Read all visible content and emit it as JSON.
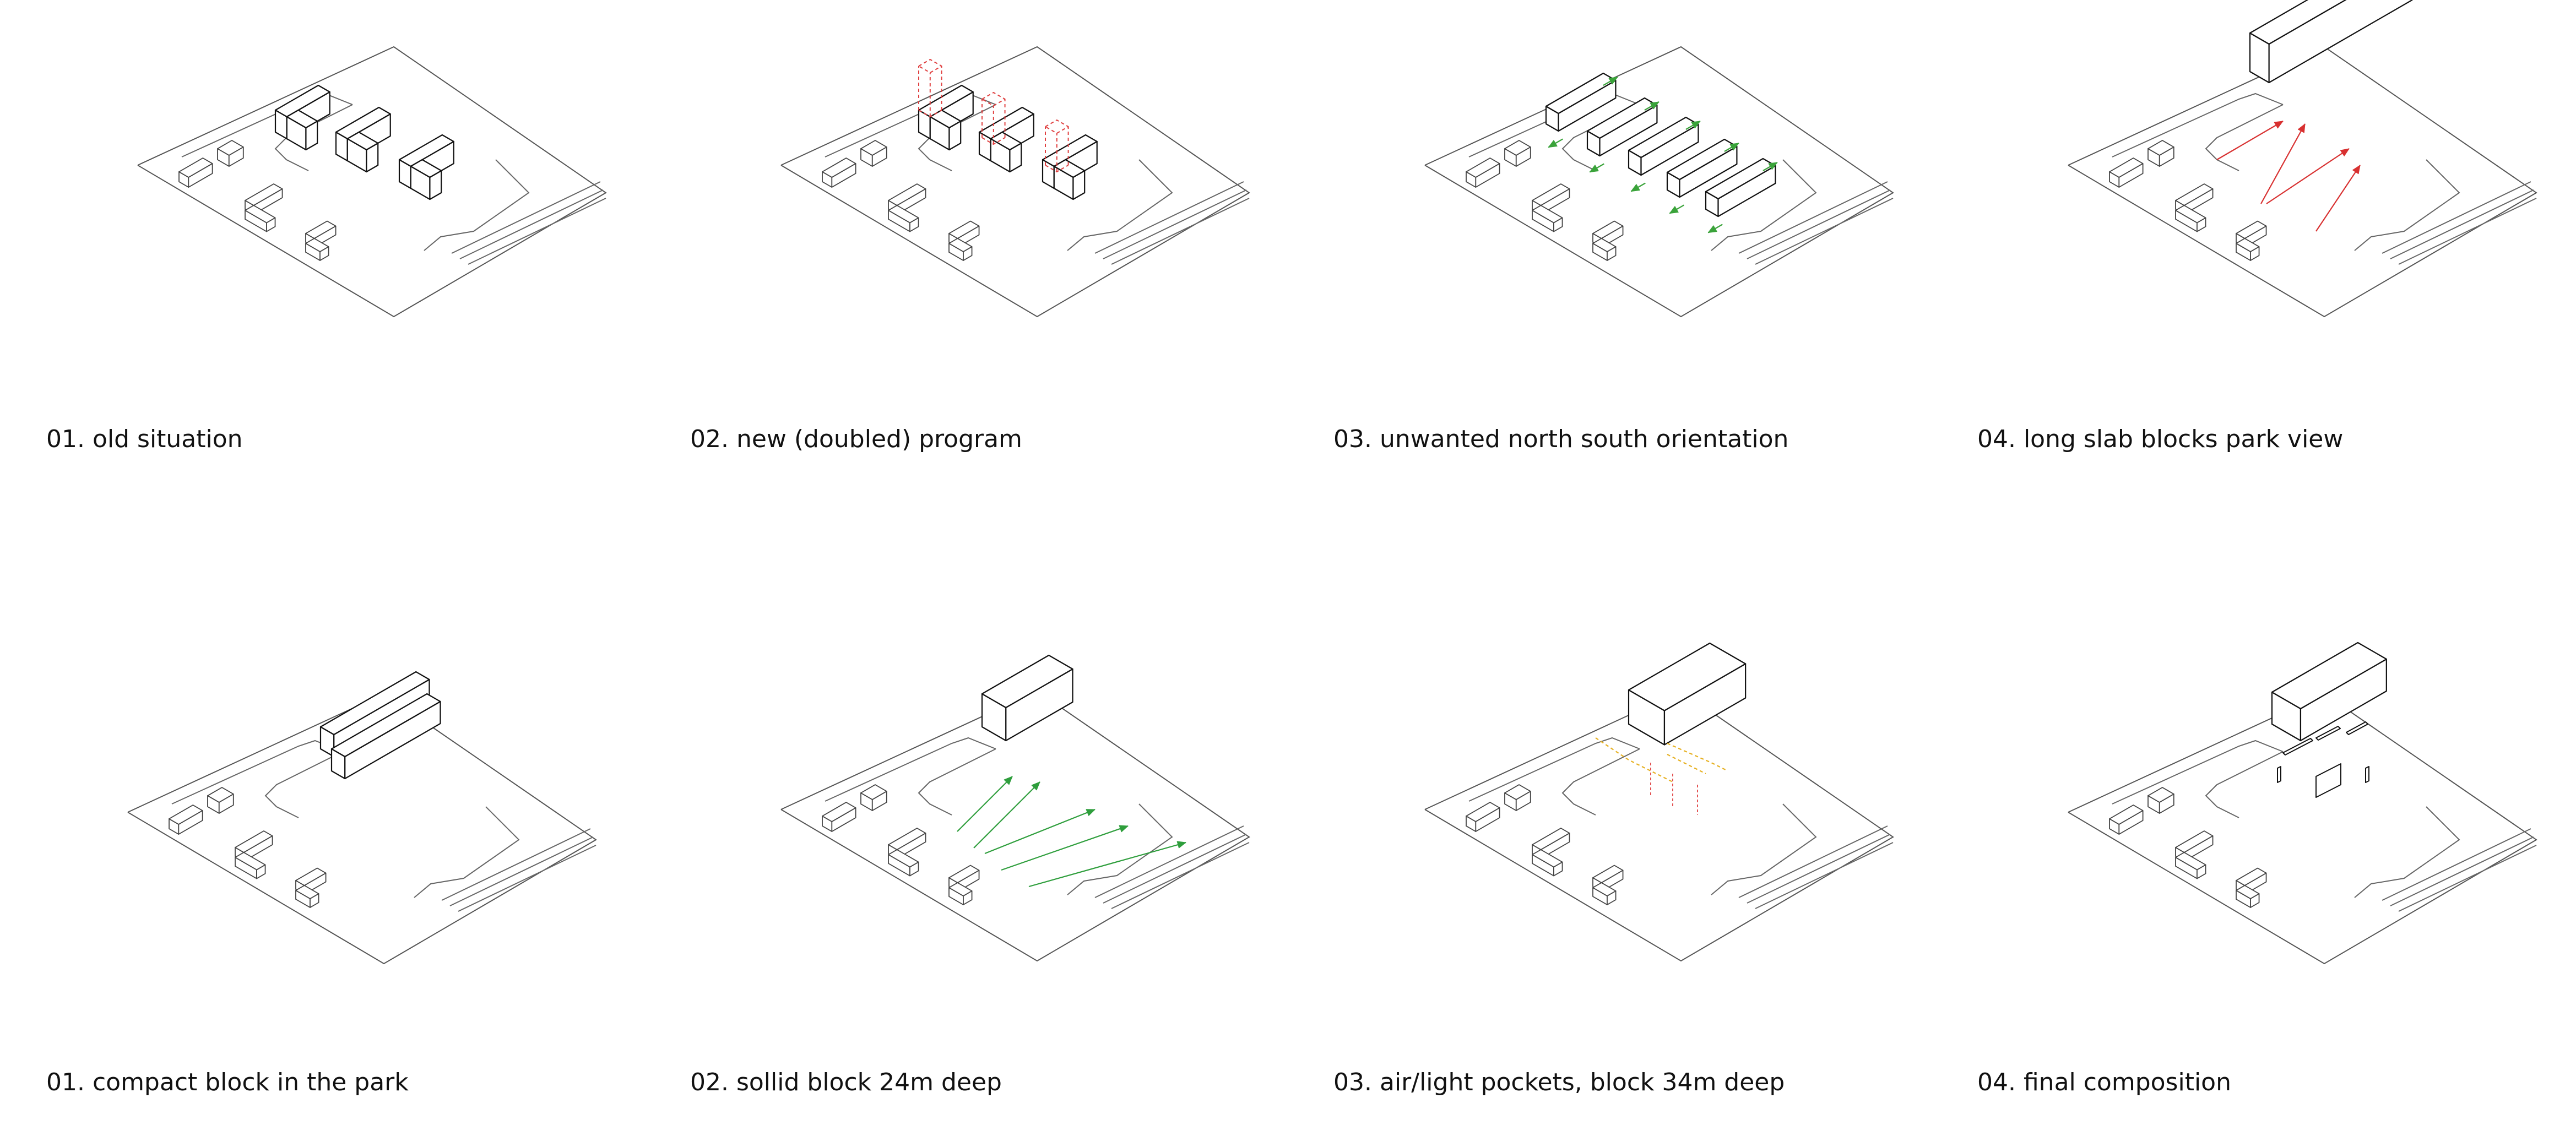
{
  "captions": {
    "row1": [
      "01. old situation",
      "02. new (doubled) program",
      "03. unwanted north south orientation",
      "04. long slab blocks park view"
    ],
    "row2": [
      "01. compact block in the park",
      "02. sollid block 24m deep",
      "03. air/light pockets, block 34m deep",
      "04. final composition"
    ]
  },
  "colors": {
    "line": "#555555",
    "building": "#111111",
    "new_program": "#e04040",
    "orientation_arrow": "#3aa33a",
    "view_block_arrow": "#d83030",
    "view_arrow": "#2e9e3c",
    "air_light_dash": "#e6b020"
  }
}
